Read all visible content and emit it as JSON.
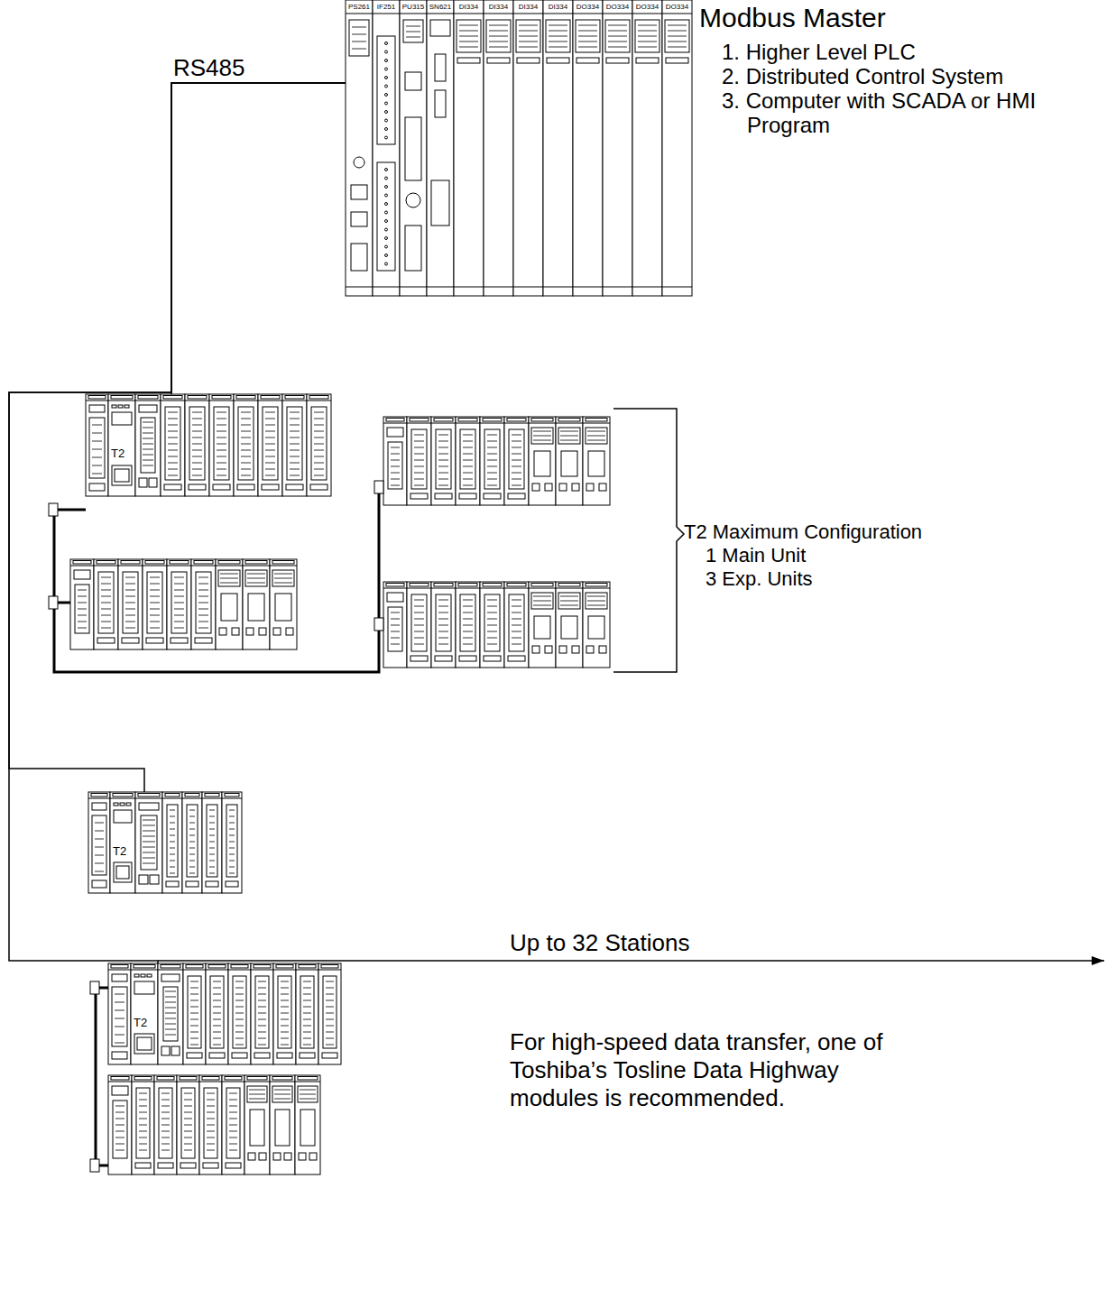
{
  "diagram": {
    "nodes": [
      {
        "text": [
          "Modbus Master",
          "1. Higher Level PLC",
          "2. Distributed Control System",
          "3. Computer with SCADA or HMI Program"
        ]
      },
      {
        "text": [
          "T2"
        ]
      },
      {
        "text": [
          "T2"
        ]
      },
      {
        "text": [
          "T2"
        ]
      }
    ],
    "edges": [
      {
        "from": 0,
        "to": 1,
        "arrow": "none",
        "label": "RS485"
      },
      {
        "from": 0,
        "to": 2,
        "arrow": "none"
      },
      {
        "from": 0,
        "to": 3,
        "arrow": "none"
      }
    ],
    "labels": [
      "PS261",
      "IF251",
      "PU315",
      "SN621",
      "DI334",
      "DI334",
      "DI334",
      "DI334",
      "DO334",
      "DO334",
      "DO334",
      "DO334",
      "T2 Maximum Configuration",
      "1 Main Unit",
      "3 Exp. Units",
      "Up to 32 Stations",
      "For high-speed data transfer, one of Toshiba’s Tosline Data Highway modules is recommended."
    ]
  }
}
